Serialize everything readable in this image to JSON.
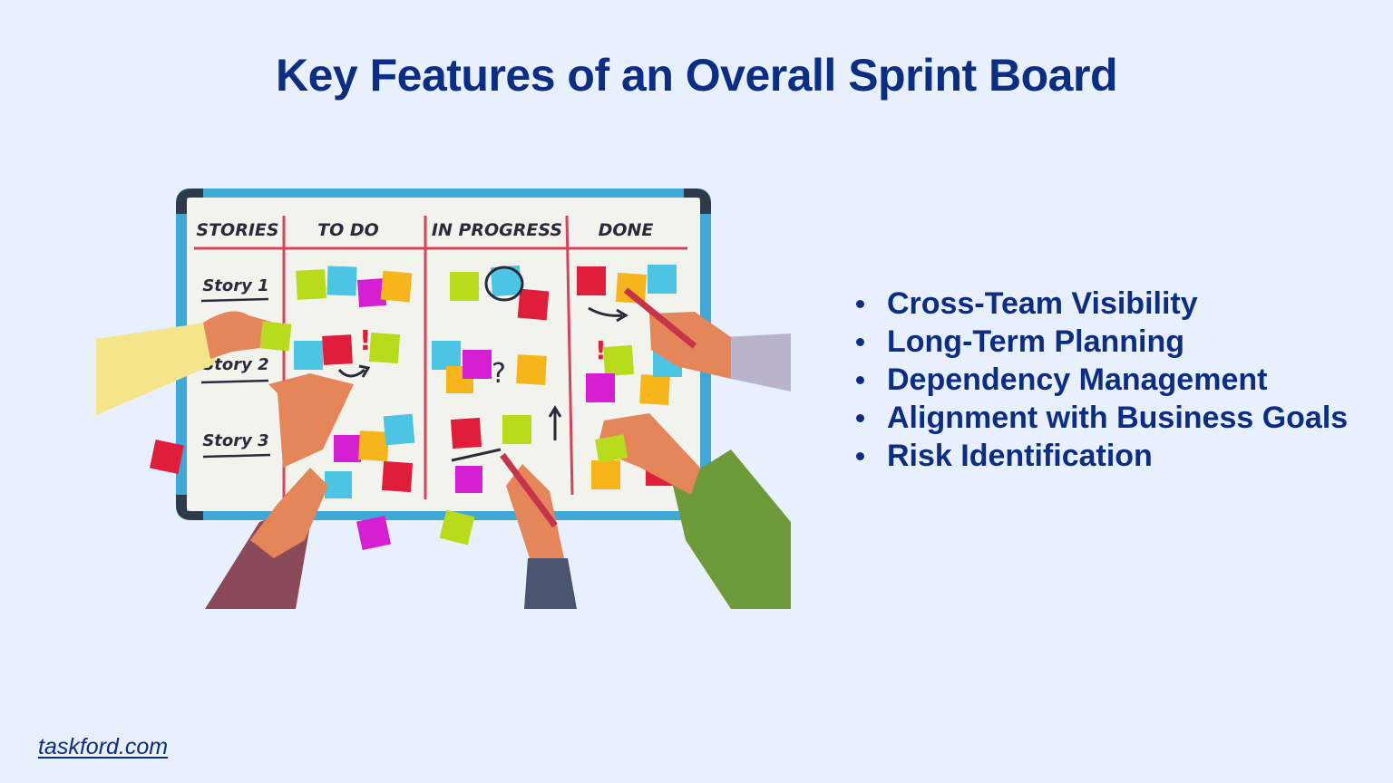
{
  "title": "Key Features of an Overall Sprint Board",
  "board": {
    "columns": [
      "STORIES",
      "TO DO",
      "IN PROGRESS",
      "DONE"
    ],
    "rows": [
      "Story 1",
      "Story 2",
      "Story 3"
    ]
  },
  "features": [
    "Cross-Team Visibility",
    "Long-Term Planning",
    "Dependency Management",
    "Alignment with Business Goals",
    "Risk Identification"
  ],
  "footer": {
    "link_text": "taskford.com"
  },
  "colors": {
    "title": "#0c2d84",
    "background": "#e8effd",
    "board_frame": "#3fa9d6",
    "board_lines": "#d9425f",
    "sticky_green": "#b8dc1c",
    "sticky_blue": "#4cc4e4",
    "sticky_magenta": "#d61ed2",
    "sticky_orange": "#f6b51a",
    "sticky_red": "#e01d3a"
  }
}
